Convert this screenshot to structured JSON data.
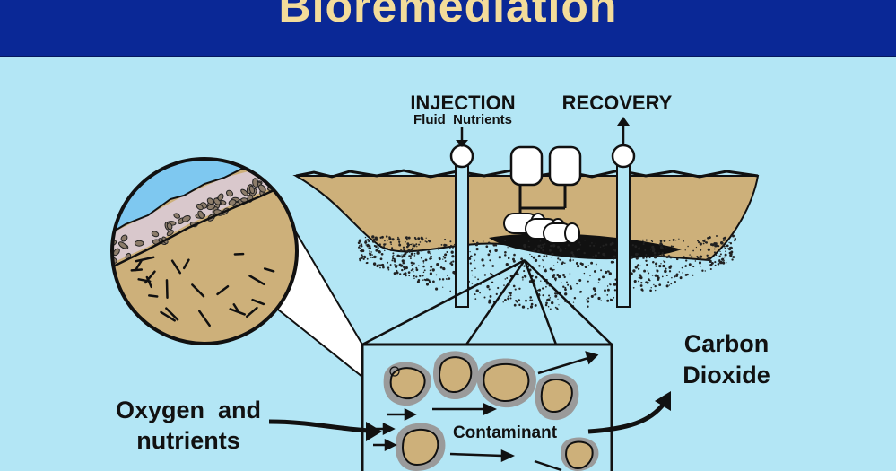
{
  "title": "Bioremediation",
  "labels": {
    "injection": "INJECTION",
    "fluid_nutrients": "Fluid  Nutrients",
    "recovery": "RECOVERY",
    "carbon_line1": "Carbon",
    "carbon_line2": "Dioxide",
    "oxygen_line1": "Oxygen  and",
    "oxygen_line2": "nutrients",
    "contaminant": "Contaminant"
  },
  "colors": {
    "background": "#b3e6f5",
    "title_bar": "#0a2896",
    "title_text": "#f3dc9a",
    "soil": "#cdb07a",
    "water": "#7ec8f0",
    "halo": "#9a9a9a",
    "microbe": "#8c7c6a"
  }
}
